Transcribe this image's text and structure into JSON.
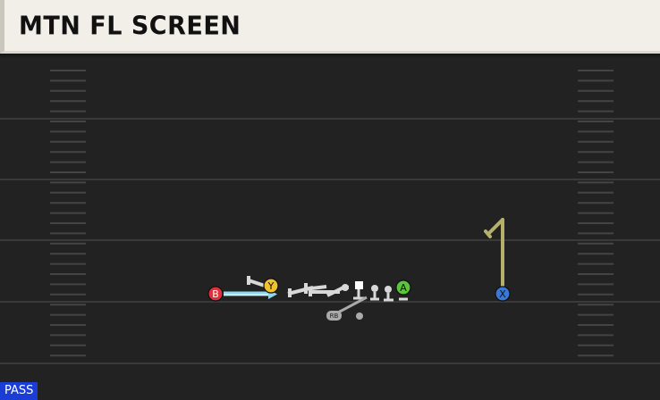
{
  "play": {
    "title": "MTN FL SCREEN",
    "type_badge": "PASS"
  },
  "players": {
    "b": {
      "label": "B",
      "color": "#e0303c"
    },
    "y": {
      "label": "Y",
      "color": "#f2c12e"
    },
    "a": {
      "label": "A",
      "color": "#5dc43d"
    },
    "x": {
      "label": "X",
      "color": "#3a78d8"
    },
    "rb": {
      "label": "RB"
    }
  },
  "colors": {
    "field": "#222222",
    "yard_line": "#3a3a3a",
    "hash": "#444444",
    "block_route": "#d8d8d8",
    "motion_route": "#8fd6f0",
    "receiver_route": "#b5b06a",
    "badge": "#1a3dd6"
  }
}
